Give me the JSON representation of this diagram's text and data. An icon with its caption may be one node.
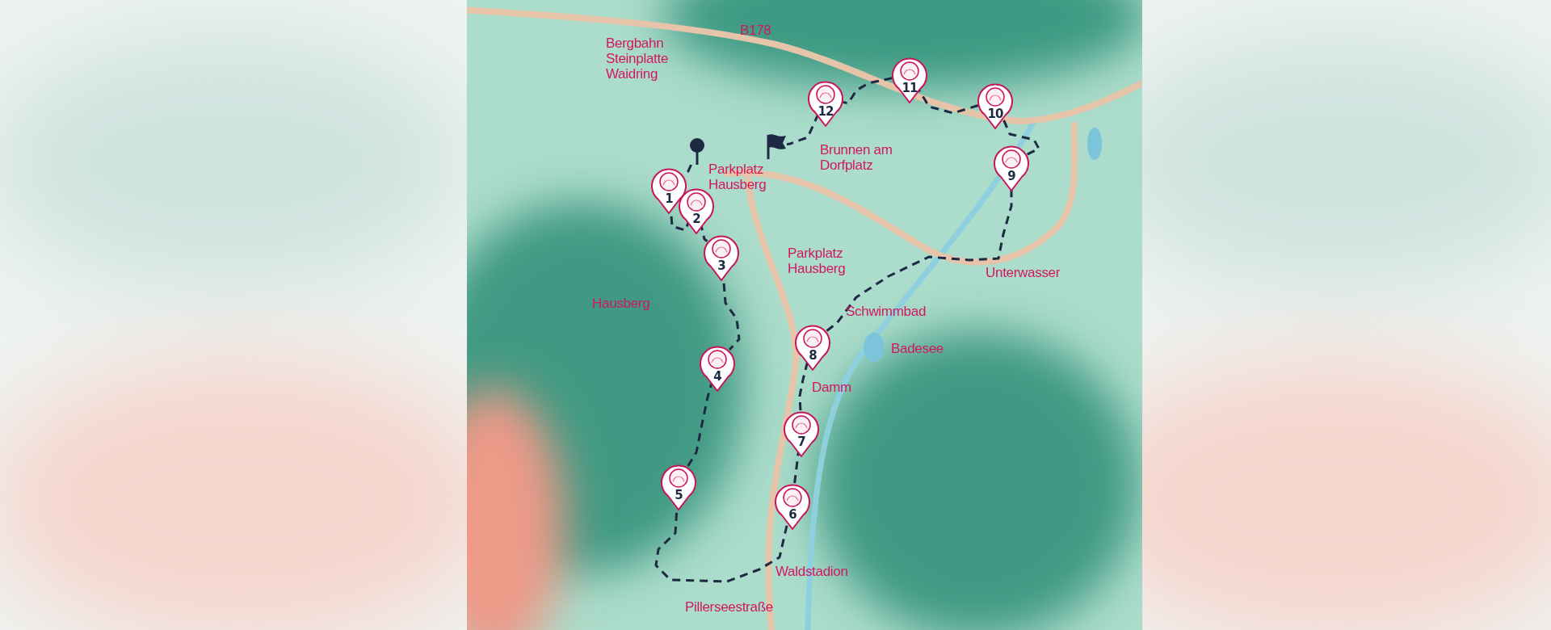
{
  "diagram": {
    "nodes": [
      {
        "text": [],
        "shape": "pin"
      },
      {
        "text": [
          "1"
        ]
      },
      {
        "text": [
          "2"
        ]
      },
      {
        "text": [
          "3"
        ]
      },
      {
        "text": [
          "4"
        ]
      },
      {
        "text": [
          "5"
        ]
      },
      {
        "text": [
          "6"
        ]
      },
      {
        "text": [
          "7"
        ]
      },
      {
        "text": [
          "8"
        ]
      },
      {
        "text": [
          "9"
        ]
      },
      {
        "text": [
          "10"
        ]
      },
      {
        "text": [
          "11"
        ]
      },
      {
        "text": [
          "12"
        ]
      },
      {
        "text": [],
        "shape": "flag"
      }
    ],
    "edges": [
      {
        "from": 0,
        "to": 1,
        "arrow": "none",
        "style": "dashed"
      },
      {
        "from": 1,
        "to": 2,
        "arrow": "none",
        "style": "dashed"
      },
      {
        "from": 2,
        "to": 3,
        "arrow": "none",
        "style": "dashed"
      },
      {
        "from": 3,
        "to": 4,
        "arrow": "none",
        "style": "dashed"
      },
      {
        "from": 4,
        "to": 5,
        "arrow": "none",
        "style": "dashed"
      },
      {
        "from": 5,
        "to": 6,
        "arrow": "none",
        "style": "dashed"
      },
      {
        "from": 6,
        "to": 7,
        "arrow": "none",
        "style": "dashed"
      },
      {
        "from": 7,
        "to": 8,
        "arrow": "none",
        "style": "dashed"
      },
      {
        "from": 8,
        "to": 9,
        "arrow": "none",
        "style": "dashed"
      },
      {
        "from": 9,
        "to": 10,
        "arrow": "none",
        "style": "dashed"
      },
      {
        "from": 10,
        "to": 11,
        "arrow": "none",
        "style": "dashed"
      },
      {
        "from": 11,
        "to": 12,
        "arrow": "none",
        "style": "dashed"
      },
      {
        "from": 12,
        "to": 13,
        "arrow": "none",
        "style": "dashed"
      }
    ],
    "labels": [
      "B178",
      "Bergbahn Steinplatte Waidring",
      "Brunnen am Dorfplatz",
      "Parkplatz Hausberg",
      "Parkplatz Hausberg",
      "Unterwasser",
      "Hausberg",
      "Schwimmbad",
      "Badesee",
      "Damm",
      "Waldstadion",
      "Pillerseestraße"
    ]
  }
}
